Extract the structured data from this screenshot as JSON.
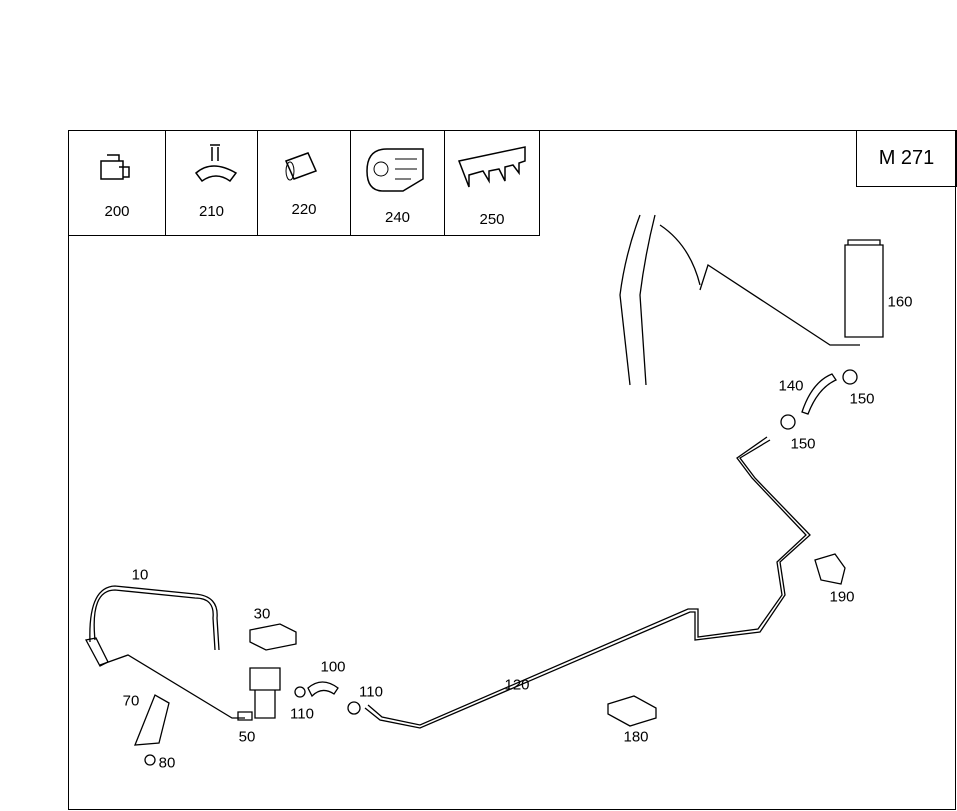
{
  "model": "M 271",
  "header_parts": [
    {
      "number": "200",
      "icon": "clip-icon"
    },
    {
      "number": "210",
      "icon": "clamp-icon"
    },
    {
      "number": "220",
      "icon": "hose-sleeve-icon"
    },
    {
      "number": "240",
      "icon": "bracket-icon"
    },
    {
      "number": "250",
      "icon": "cover-icon"
    }
  ],
  "callouts": [
    "160",
    "140",
    "150",
    "150",
    "190",
    "10",
    "30",
    "100",
    "110",
    "110",
    "120",
    "180",
    "70",
    "50",
    "80"
  ]
}
